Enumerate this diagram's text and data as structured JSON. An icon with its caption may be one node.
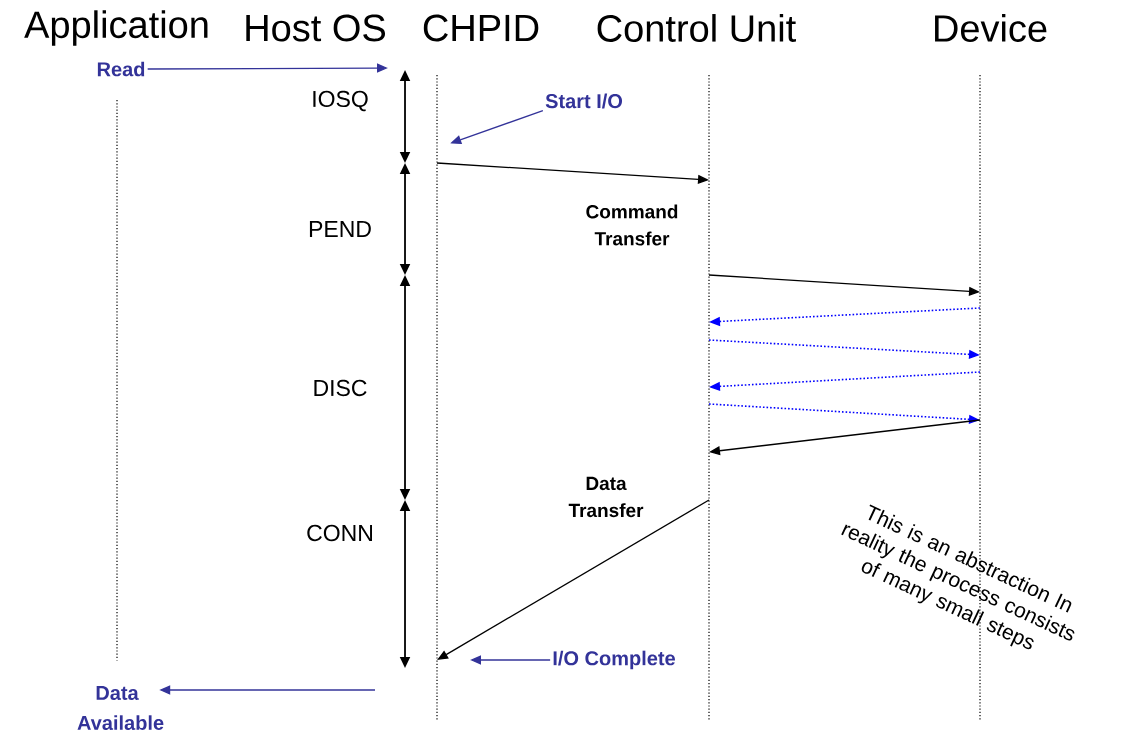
{
  "diagram": {
    "nodes": [
      {
        "text": [
          "Application"
        ]
      },
      {
        "text": [
          "Host OS"
        ]
      },
      {
        "text": [
          "CHPID"
        ]
      },
      {
        "text": [
          "Control Unit"
        ]
      },
      {
        "text": [
          "Device"
        ]
      },
      {
        "text": [
          "Read"
        ],
        "in": 0
      },
      {
        "text": [
          "Start I/O"
        ]
      },
      {
        "text": [
          "I/O Complete"
        ]
      },
      {
        "text": [
          "Data Available"
        ]
      }
    ],
    "edges": [
      {
        "from": 5,
        "to": 1,
        "arrow": "to",
        "color": "#333399"
      },
      {
        "from": 6,
        "to": 2,
        "arrow": "to",
        "color": "#333399"
      },
      {
        "from": 2,
        "to": 3,
        "arrow": "to",
        "label": "Command Transfer",
        "color": "#000000"
      },
      {
        "from": 3,
        "to": 4,
        "arrow": "to",
        "color": "#000000"
      },
      {
        "from": 4,
        "to": 3,
        "arrow": "to",
        "style": "dashed",
        "color": "#0000ff"
      },
      {
        "from": 3,
        "to": 4,
        "arrow": "to",
        "style": "dashed",
        "color": "#0000ff"
      },
      {
        "from": 4,
        "to": 3,
        "arrow": "to",
        "style": "dashed",
        "color": "#0000ff"
      },
      {
        "from": 3,
        "to": 4,
        "arrow": "to",
        "style": "dashed",
        "color": "#0000ff"
      },
      {
        "from": 4,
        "to": 3,
        "arrow": "to",
        "color": "#000000"
      },
      {
        "from": 3,
        "to": 2,
        "arrow": "to",
        "label": "Data Transfer",
        "color": "#000000"
      },
      {
        "from": 7,
        "to": 2,
        "arrow": "to",
        "color": "#333399"
      },
      {
        "from": null,
        "to": 8,
        "arrow": "to",
        "color": "#333399"
      }
    ],
    "labels": [
      "IOSQ",
      "PEND",
      "DISC",
      "CONN",
      "This is an abstraction In reality the process consists of many small steps"
    ]
  }
}
